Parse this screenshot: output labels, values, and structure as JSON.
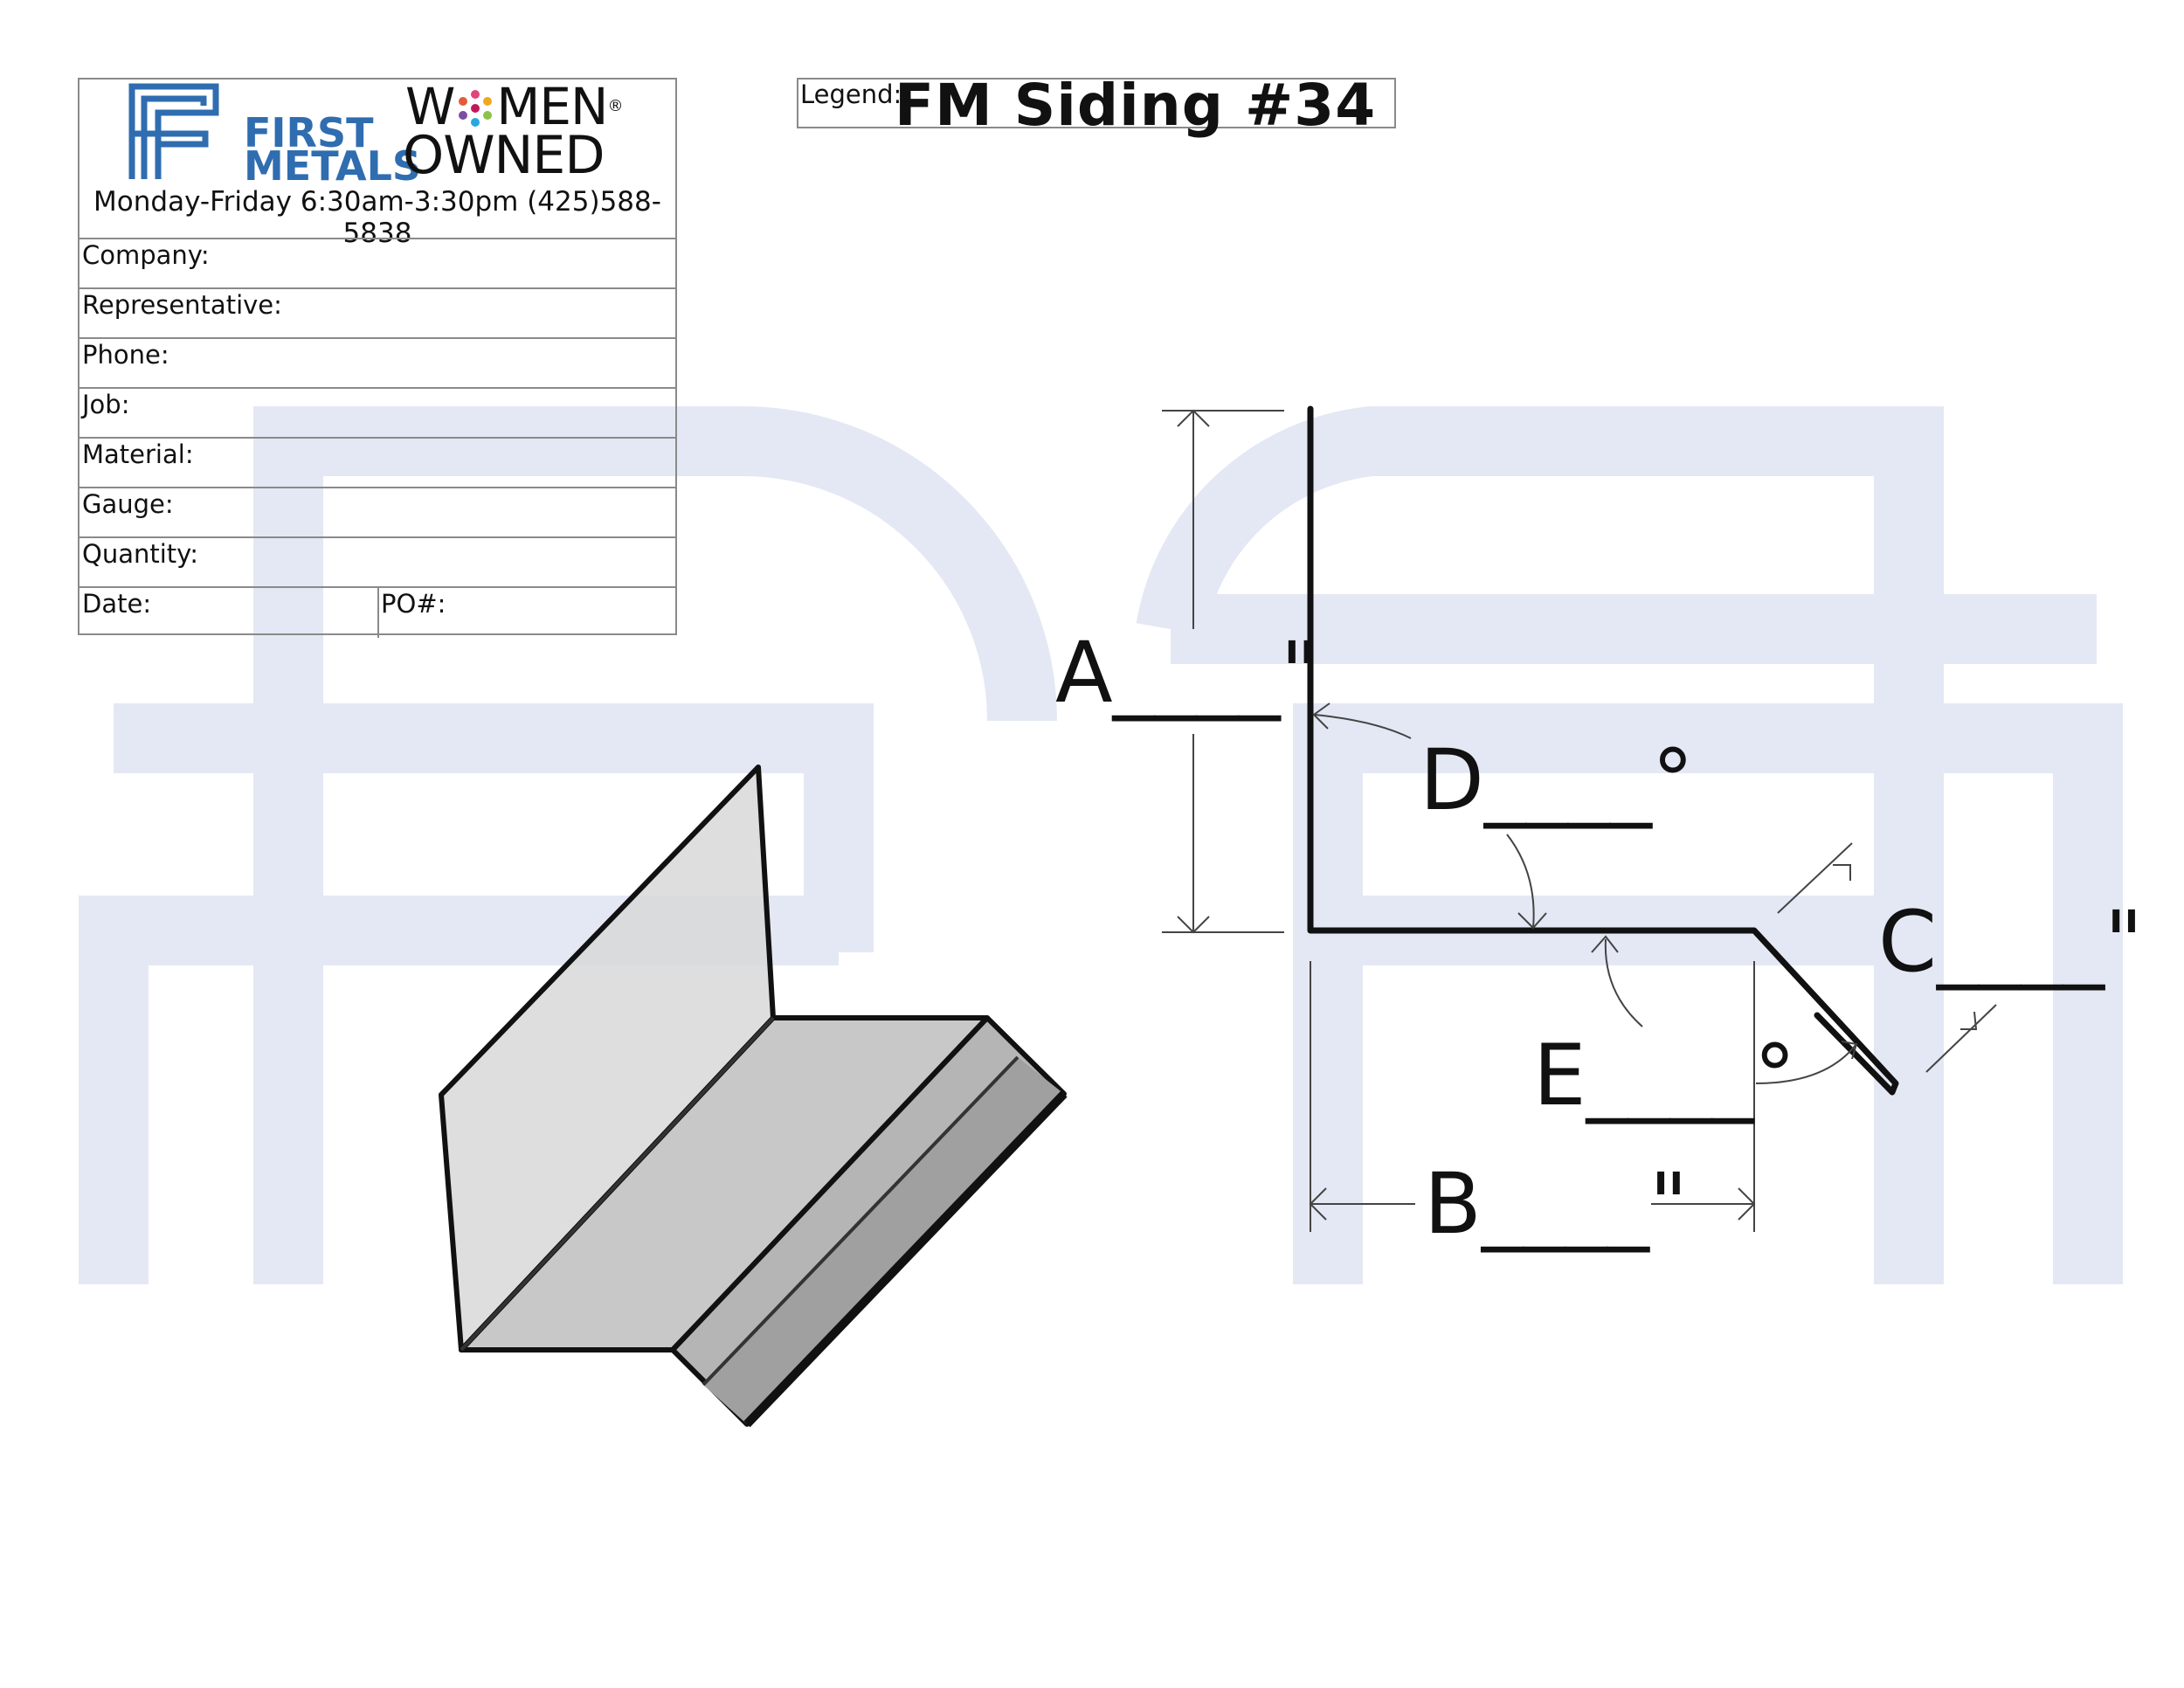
{
  "logo": {
    "first": "FIRST",
    "metals": "METALS",
    "women": "W",
    "women_rest": "MEN",
    "registered": "®",
    "owned": "OWNED"
  },
  "hours": "Monday-Friday 6:30am-3:30pm (425)588-5838",
  "form_fields": {
    "company": "Company:",
    "representative": "Representative:",
    "phone": "Phone:",
    "job": "Job:",
    "material": "Material:",
    "gauge": "Gauge:",
    "quantity": "Quantity:",
    "date": "Date:",
    "po": "PO#:"
  },
  "legend": {
    "label": "Legend:",
    "title": "FM Siding #34"
  },
  "dimensions": {
    "a": "A____\"",
    "b": "B____\"",
    "c": "C____\"",
    "d": "D____°",
    "e": "E____°"
  },
  "colors": {
    "brand_blue": "#2f6db0",
    "watermark": "#e4e8f4",
    "panel_light": "#d6d6d6",
    "panel_mid": "#c4c4c4",
    "panel_dark": "#a8a8a8"
  }
}
